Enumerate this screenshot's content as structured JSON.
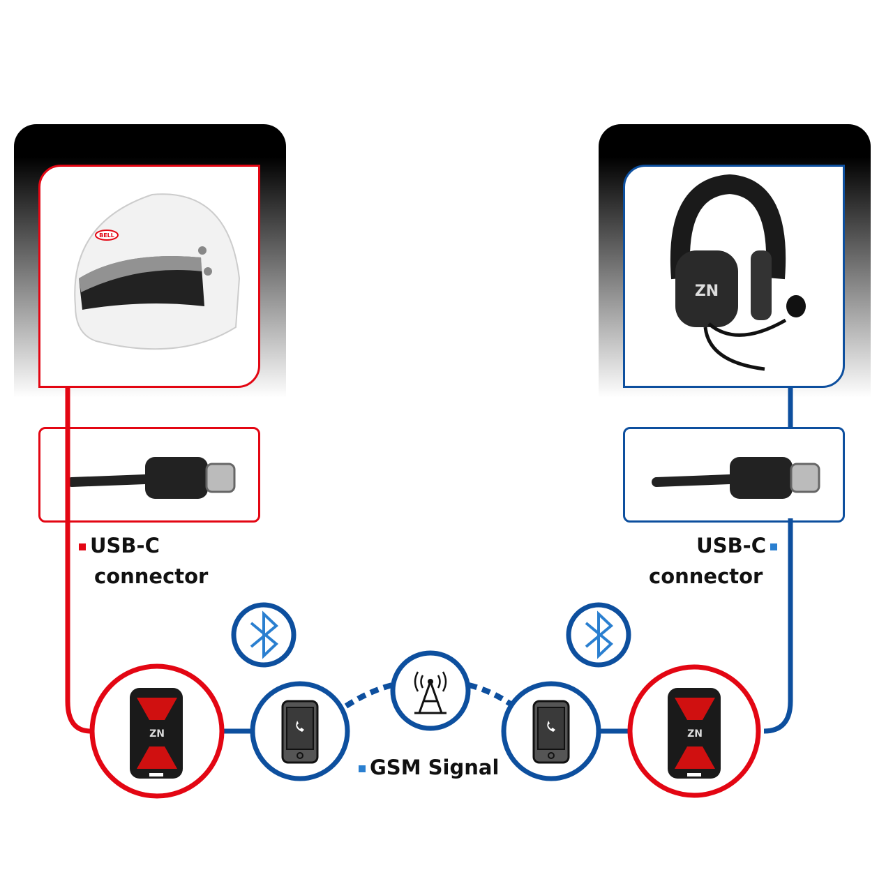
{
  "colors": {
    "red": "#e30613",
    "blue": "#0d4f9e",
    "marker_blue": "#2a7fd0"
  },
  "left": {
    "device": "helmet",
    "connector_line1": "USB-C",
    "connector_line2": "connector"
  },
  "right": {
    "device": "headset",
    "connector_line1": "USB-C",
    "connector_line2": "connector",
    "headset_brand": "ZN"
  },
  "network": {
    "gsm_label": "GSM Signal",
    "intercom_brand": "ZN",
    "helmet_brand": "BELL"
  },
  "icons": [
    "bluetooth-icon",
    "phone-icon",
    "cell-tower-icon",
    "usb-c-cable-icon",
    "intercom-device-icon"
  ]
}
